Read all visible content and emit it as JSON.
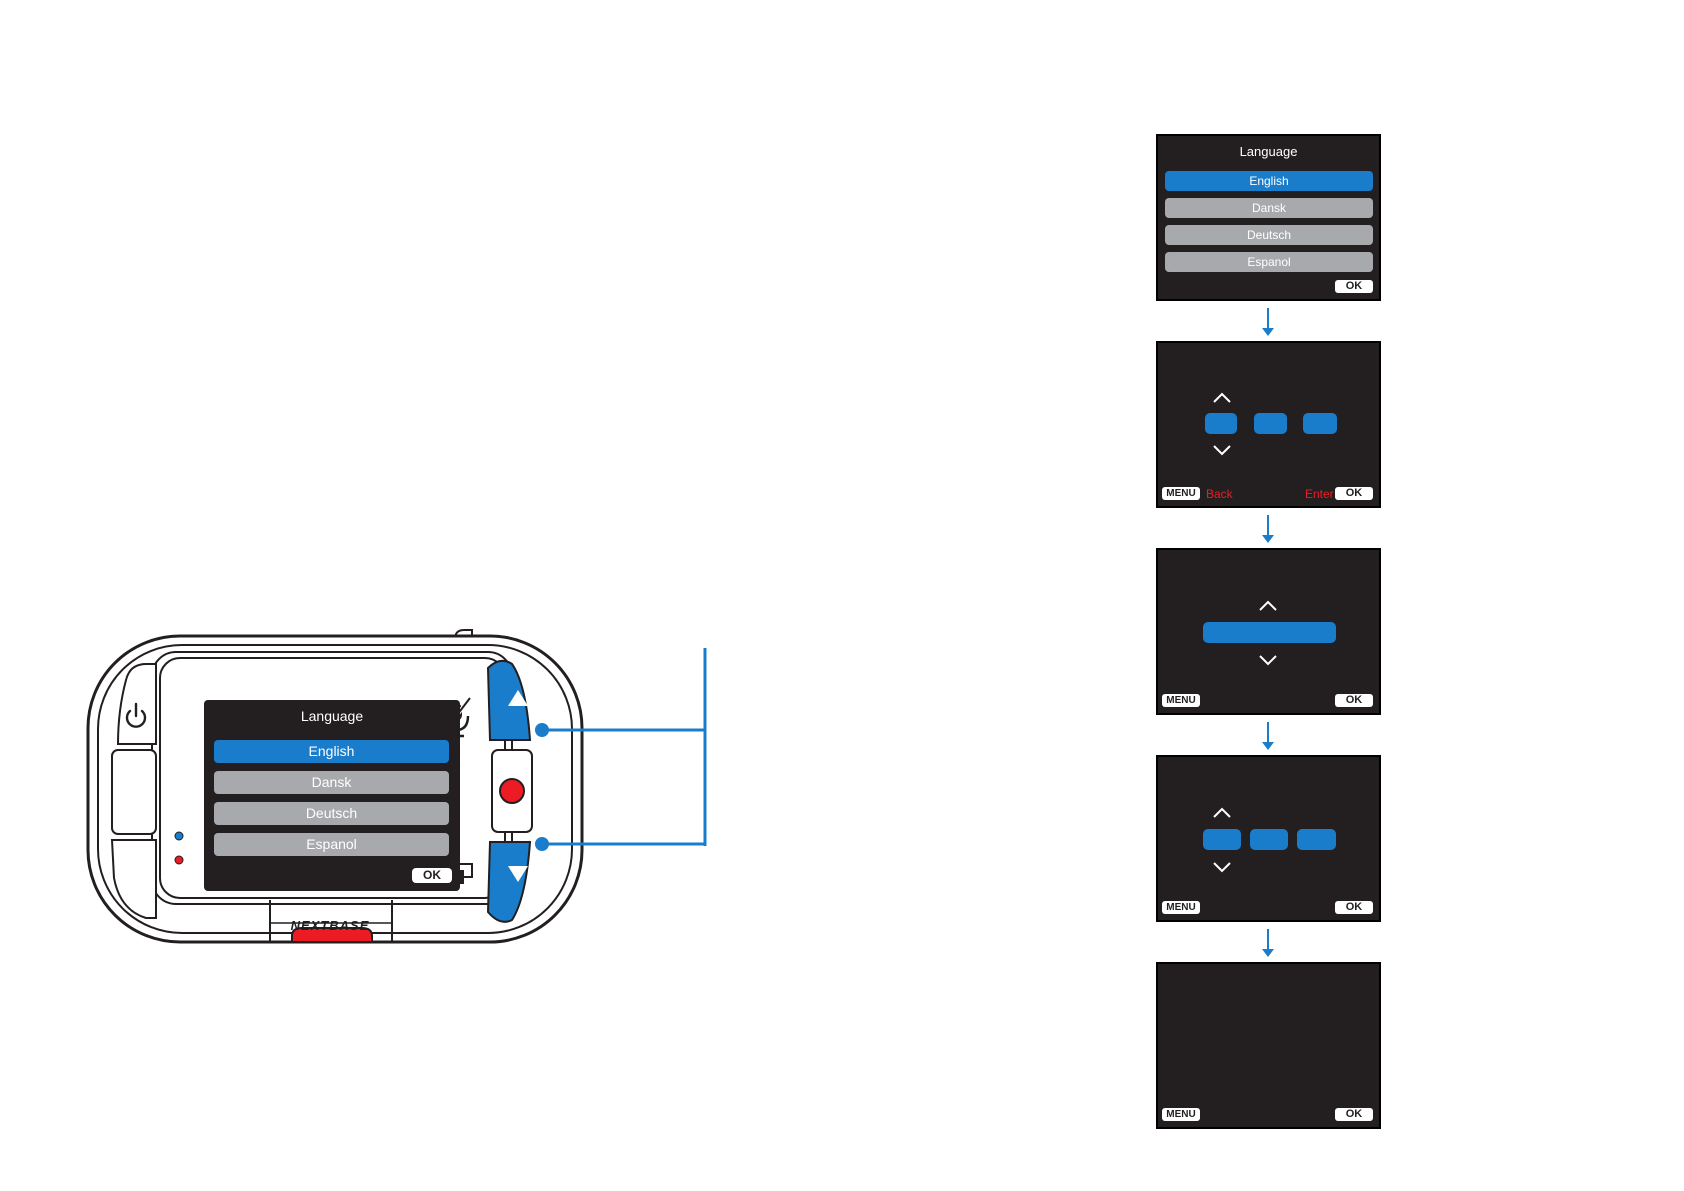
{
  "device": {
    "brand": "NEXTBASE",
    "screen": {
      "title": "Language",
      "items": [
        {
          "label": "English",
          "selected": true
        },
        {
          "label": "Dansk",
          "selected": false
        },
        {
          "label": "Deutsch",
          "selected": false
        },
        {
          "label": "Espanol",
          "selected": false
        }
      ],
      "ok_label": "OK"
    }
  },
  "steps": [
    {
      "title": "Language",
      "items": [
        "English",
        "Dansk",
        "Deutsch",
        "Espanol"
      ],
      "ok_label": "OK"
    },
    {
      "menu_label": "MENU",
      "back_label": "Back",
      "enter_label": "Enter",
      "ok_label": "OK"
    },
    {
      "menu_label": "MENU",
      "ok_label": "OK"
    },
    {
      "menu_label": "MENU",
      "ok_label": "OK"
    },
    {
      "menu_label": "MENU",
      "ok_label": "OK"
    }
  ],
  "colors": {
    "accent_blue": "#1a7dcc",
    "screen_bg": "#231f20",
    "item_grey": "#a7a9ac",
    "record_red": "#ed1c24"
  }
}
